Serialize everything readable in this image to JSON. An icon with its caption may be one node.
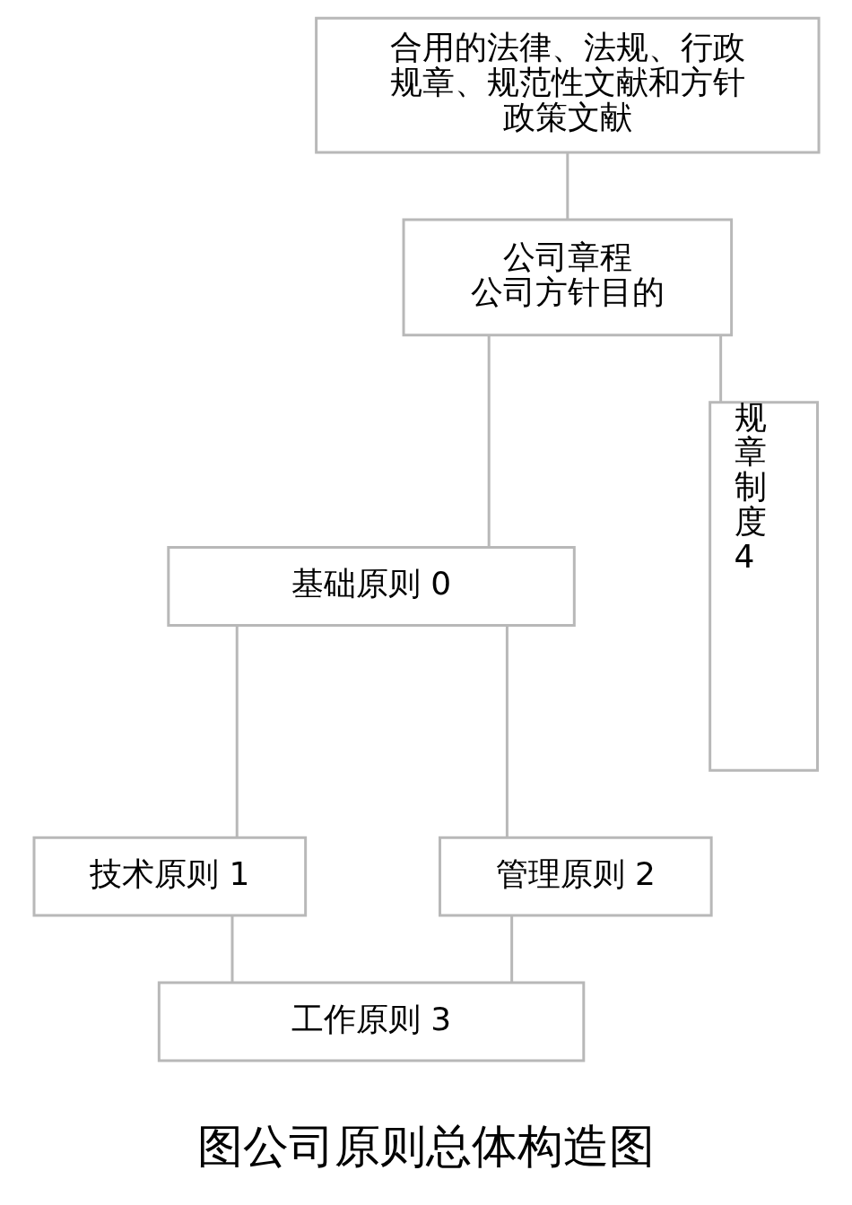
{
  "diagram": {
    "caption": "图公司原则总体构造图",
    "nodes": [
      {
        "text": [
          "合用的法律、法规、行政规章、规范性文献和方针政策文献"
        ]
      },
      {
        "text": [
          "公司章程",
          "公司方针目的"
        ]
      },
      {
        "text": [
          "基础原则 0"
        ]
      },
      {
        "text": [
          "技术原则 1"
        ]
      },
      {
        "text": [
          "管理原则 2"
        ]
      },
      {
        "text": [
          "工作原则 3"
        ]
      },
      {
        "text": [
          "规章制度 4"
        ]
      }
    ],
    "edges": [
      {
        "from": 0,
        "to": 1,
        "arrow": "none"
      },
      {
        "from": 1,
        "to": 2,
        "arrow": "none"
      },
      {
        "from": 1,
        "to": 6,
        "arrow": "none"
      },
      {
        "from": 2,
        "to": 3,
        "arrow": "none"
      },
      {
        "from": 2,
        "to": 4,
        "arrow": "none"
      },
      {
        "from": 3,
        "to": 5,
        "arrow": "none"
      },
      {
        "from": 4,
        "to": 5,
        "arrow": "none"
      }
    ]
  }
}
